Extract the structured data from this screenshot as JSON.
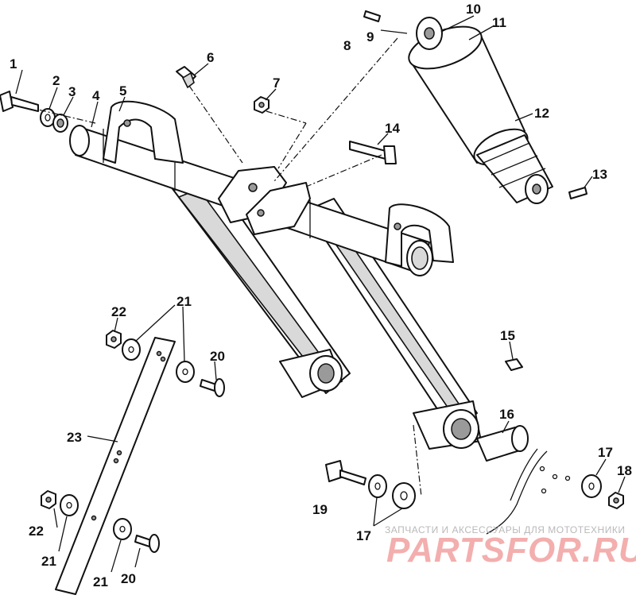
{
  "diagram": {
    "callouts": [
      {
        "id": "c1",
        "label": "1"
      },
      {
        "id": "c2",
        "label": "2"
      },
      {
        "id": "c3",
        "label": "3"
      },
      {
        "id": "c4",
        "label": "4"
      },
      {
        "id": "c5",
        "label": "5"
      },
      {
        "id": "c6",
        "label": "6"
      },
      {
        "id": "c7",
        "label": "7"
      },
      {
        "id": "c8",
        "label": "8"
      },
      {
        "id": "c9",
        "label": "9"
      },
      {
        "id": "c10",
        "label": "10"
      },
      {
        "id": "c11",
        "label": "11"
      },
      {
        "id": "c12",
        "label": "12"
      },
      {
        "id": "c13",
        "label": "13"
      },
      {
        "id": "c14",
        "label": "14"
      },
      {
        "id": "c15",
        "label": "15"
      },
      {
        "id": "c16",
        "label": "16"
      },
      {
        "id": "c17a",
        "label": "17"
      },
      {
        "id": "c17b",
        "label": "17"
      },
      {
        "id": "c18",
        "label": "18"
      },
      {
        "id": "c19",
        "label": "19"
      },
      {
        "id": "c20a",
        "label": "20"
      },
      {
        "id": "c20b",
        "label": "20"
      },
      {
        "id": "c21a",
        "label": "21"
      },
      {
        "id": "c21b",
        "label": "21"
      },
      {
        "id": "c21c",
        "label": "21"
      },
      {
        "id": "c22a",
        "label": "22"
      },
      {
        "id": "c22b",
        "label": "22"
      },
      {
        "id": "c23",
        "label": "23"
      }
    ]
  },
  "watermark": {
    "caption": "ЗАПЧАСТИ И АКСЕССУАРЫ ДЛЯ МОТОТЕХНИКИ",
    "brand": "PARTSFOR.RU"
  }
}
